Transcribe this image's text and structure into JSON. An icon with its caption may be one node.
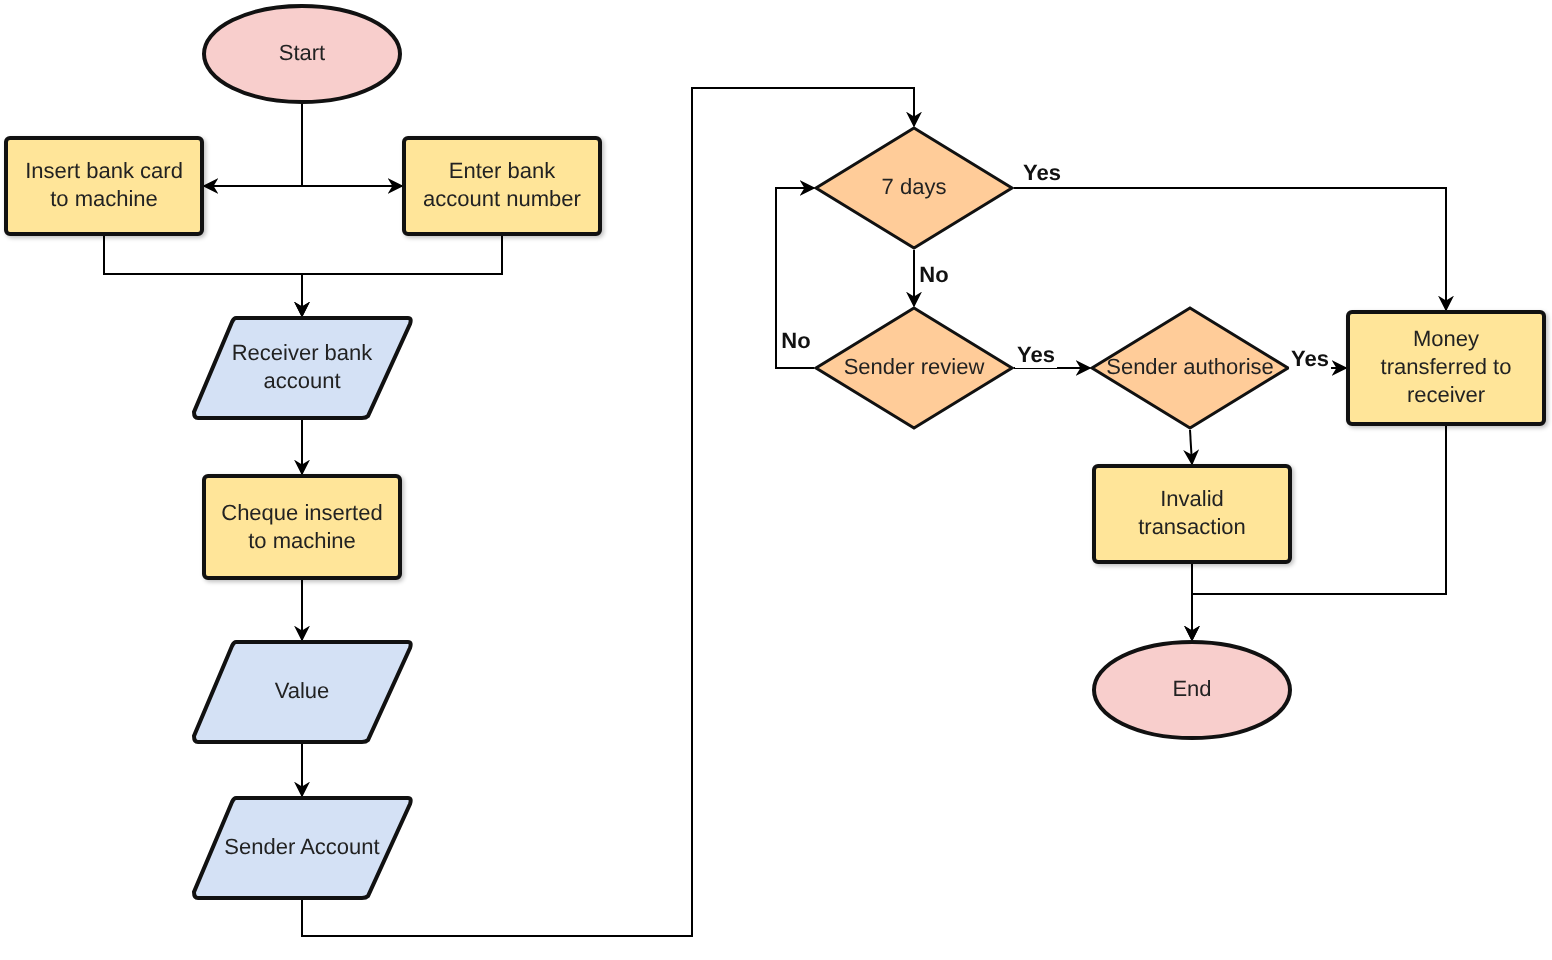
{
  "diagram": {
    "nodes": [
      {
        "text": [
          "Start"
        ]
      },
      {
        "text": [
          "Insert bank card to machine"
        ]
      },
      {
        "text": [
          "Enter bank account number"
        ]
      },
      {
        "text": [
          "Receiver bank account"
        ]
      },
      {
        "text": [
          "Cheque inserted to machine"
        ]
      },
      {
        "text": [
          "Value"
        ]
      },
      {
        "text": [
          "Sender Account"
        ]
      },
      {
        "text": [
          "7 days"
        ]
      },
      {
        "text": [
          "Sender review"
        ]
      },
      {
        "text": [
          "Sender authorise"
        ]
      },
      {
        "text": [
          "Money transferred to receiver"
        ]
      },
      {
        "text": [
          "Invalid transaction"
        ]
      },
      {
        "text": [
          "End"
        ]
      }
    ],
    "edges": [
      {
        "from": 0,
        "to": 1,
        "arrow": "to"
      },
      {
        "from": 0,
        "to": 2,
        "arrow": "to"
      },
      {
        "from": 1,
        "to": 3,
        "arrow": "to"
      },
      {
        "from": 2,
        "to": 3,
        "arrow": "to"
      },
      {
        "from": 3,
        "to": 4,
        "arrow": "to"
      },
      {
        "from": 4,
        "to": 5,
        "arrow": "to"
      },
      {
        "from": 5,
        "to": 6,
        "arrow": "to"
      },
      {
        "from": 6,
        "to": 7,
        "arrow": "to"
      },
      {
        "from": 7,
        "to": 8,
        "arrow": "to",
        "label": "No"
      },
      {
        "from": 7,
        "to": 10,
        "arrow": "to",
        "label": "Yes"
      },
      {
        "from": 8,
        "to": 7,
        "arrow": "to",
        "label": "No"
      },
      {
        "from": 8,
        "to": 9,
        "arrow": "to",
        "label": "Yes"
      },
      {
        "from": 9,
        "to": 10,
        "arrow": "to",
        "label": "Yes"
      },
      {
        "from": 9,
        "to": 11,
        "arrow": "to"
      },
      {
        "from": 11,
        "to": 12,
        "arrow": "to"
      },
      {
        "from": 10,
        "to": 12,
        "arrow": "to"
      }
    ]
  }
}
